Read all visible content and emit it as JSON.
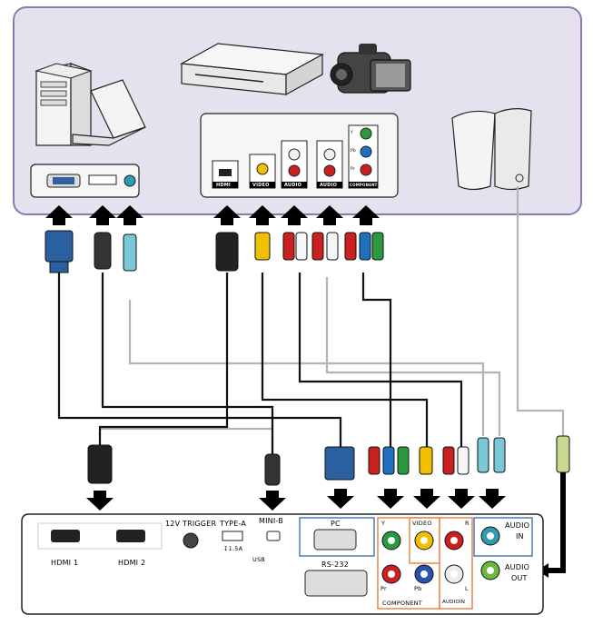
{
  "devices": {
    "source_panel_labels": {
      "hdmi": "HDMI",
      "video": "VIDEO",
      "audio_1": "AUDIO",
      "audio_2": "AUDIO",
      "component": "COMPONENT",
      "y": "Y",
      "pb": "Pb",
      "pr": "Pr"
    }
  },
  "projector": {
    "hdmi1": "HDMI 1",
    "hdmi2": "HDMI 2",
    "trigger": "12V TRIGGER",
    "type_a": "TYPE-A",
    "current": "↧1.5A",
    "usb": "USB",
    "mini_b": "MINI-B",
    "pc": "PC",
    "rs232": "RS-232",
    "y": "Y",
    "pr": "Pr",
    "pb": "Pb",
    "component": "COMPONENT",
    "video": "VIDEO",
    "r": "R",
    "l": "L",
    "audio_in_small": "AUDIOIN",
    "audio_in": "AUDIO\nIN",
    "audio_out": "AUDIO\nOUT",
    "audio_in_1": "AUDIO",
    "audio_in_2": "IN",
    "audio_out_1": "AUDIO",
    "audio_out_2": "OUT"
  },
  "colors": {
    "panel_bg": "#e6e1ee",
    "panel_border": "#8b7ab0",
    "accent_orange": "#e8884a",
    "accent_blue": "#4a7ab8",
    "cable_black": "#111111",
    "cable_gray": "#b4b4b4"
  }
}
